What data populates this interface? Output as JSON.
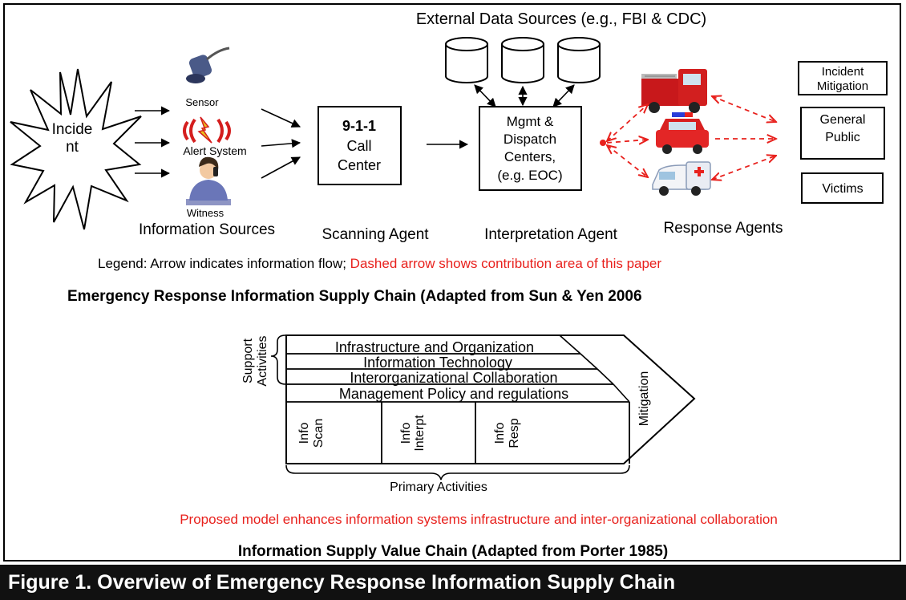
{
  "top": {
    "external_sources_label": "External Data Sources (e.g., FBI & CDC)",
    "incident_label_1": "Incide",
    "incident_label_2": "nt",
    "sensor_label": "Sensor",
    "alert_label": "Alert System",
    "witness_label": "Witness",
    "info_sources_label": "Information Sources",
    "call_center_line1": "9-1-1",
    "call_center_line2": "Call",
    "call_center_line3": "Center",
    "scanning_agent_label": "Scanning Agent",
    "dispatch_line1": "Mgmt &",
    "dispatch_line2": "Dispatch",
    "dispatch_line3": "Centers,",
    "dispatch_line4": "(e.g. EOC)",
    "interpretation_agent_label": "Interpretation Agent",
    "response_agents_label": "Response Agents",
    "outcome_mitigation_line1": "Incident",
    "outcome_mitigation_line2": "Mitigation",
    "outcome_public_line1": "General",
    "outcome_public_line2": "Public",
    "outcome_victims": "Victims",
    "legend_black": "Legend: Arrow indicates information flow; ",
    "legend_red": "Dashed arrow shows contribution area of this paper",
    "title": "Emergency Response Information Supply Chain (Adapted from Sun & Yen 2006"
  },
  "bottom": {
    "support_activities_line1": "Support",
    "support_activities_line2": "Activities",
    "row1": "Infrastructure and Organization",
    "row2": "Information Technology",
    "row3": "Interorganizational Collaboration",
    "row4": "Management Policy and regulations",
    "col1_a": "Info",
    "col1_b": "Scan",
    "col2_a": "Info",
    "col2_b": "Interpt",
    "col3_a": "Info",
    "col3_b": "Resp",
    "mitigation": "Mitigation",
    "primary_activities": "Primary Activities",
    "proposal_note": "Proposed model enhances information systems infrastructure and inter-organizational collaboration",
    "title": "Information Supply Value Chain (Adapted from Porter 1985)"
  },
  "caption": "Figure 1. Overview of Emergency Response Information Supply Chain",
  "colors": {
    "accent_red": "#e8211d",
    "caption_bg": "#111111"
  }
}
